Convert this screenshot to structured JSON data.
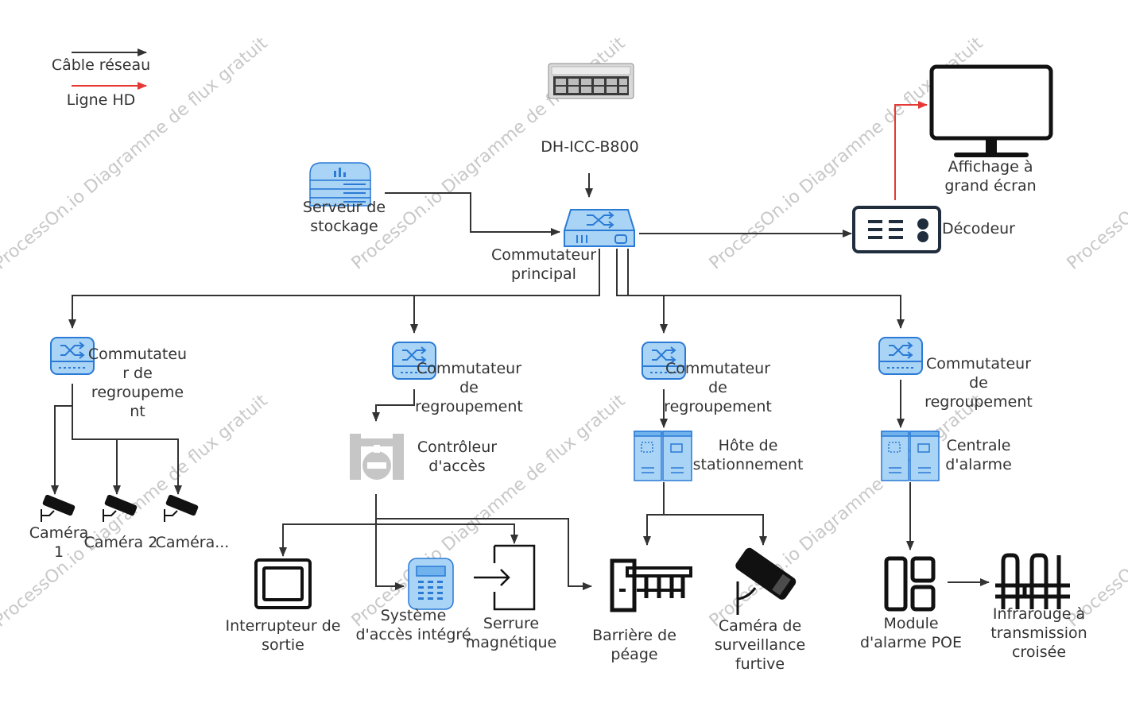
{
  "legend": {
    "network_cable": "Câble réseau",
    "hd_line": "Ligne HD"
  },
  "watermark": "ProcessOn.io Diagramme de flux gratuit",
  "colors": {
    "network_line": "#333333",
    "hd_line": "#e53935",
    "device_blue": "#a9d4f5",
    "device_stroke": "#2a7ad6",
    "icon_black": "#111111",
    "text": "#333333",
    "watermark": "#c8c8c8"
  },
  "nodes": {
    "cloud_server": {
      "label": "DH-ICC-B800",
      "icon": "rack-server-icon"
    },
    "storage_server": {
      "label": "Serveur de\nstockage",
      "icon": "storage-server-icon"
    },
    "main_switch": {
      "label": "Commutateur\nprincipal",
      "icon": "switch-icon"
    },
    "decoder": {
      "label": "Décodeur",
      "icon": "decoder-icon"
    },
    "big_screen": {
      "label": "Affichage à\ngrand écran",
      "icon": "monitor-icon"
    },
    "agg_switch_1": {
      "label": "Commutateu\nr de\nregroupeme\nnt",
      "icon": "switch-icon"
    },
    "agg_switch_2": {
      "label": "Commutateur\nde\nregroupement",
      "icon": "switch-icon"
    },
    "agg_switch_3": {
      "label": "Commutateur\nde\nregroupement",
      "icon": "switch-icon"
    },
    "agg_switch_4": {
      "label": "Commutateur\nde\nregroupement",
      "icon": "switch-icon"
    },
    "camera_1": {
      "label": "Caméra\n1",
      "icon": "camera-icon"
    },
    "camera_2": {
      "label": "Caméra 2",
      "icon": "camera-icon"
    },
    "camera_3": {
      "label": "Caméra...",
      "icon": "camera-icon"
    },
    "access_controller": {
      "label": "Contrôleur\nd'accès",
      "icon": "access-controller-icon"
    },
    "parking_host": {
      "label": "Hôte de\nstationnement",
      "icon": "server-cabinet-icon"
    },
    "alarm_central": {
      "label": "Centrale\nd'alarme",
      "icon": "server-cabinet-icon"
    },
    "exit_switch": {
      "label": "Interrupteur de\nsortie",
      "icon": "exit-switch-icon"
    },
    "access_system": {
      "label": "Système\nd'accès intégré",
      "icon": "keypad-icon"
    },
    "magnetic_lock": {
      "label": "Serrure\nmagnétique",
      "icon": "door-lock-icon"
    },
    "toll_barrier": {
      "label": "Barrière de\npéage",
      "icon": "barrier-gate-icon"
    },
    "hidden_camera": {
      "label": "Caméra de\nsurveillance\nfurtive",
      "icon": "surveillance-camera-icon"
    },
    "poe_alarm": {
      "label": "Module\nd'alarme POE",
      "icon": "alarm-module-icon"
    },
    "infrared": {
      "label": "Infrarouge à\ntransmission\ncroisée",
      "icon": "infrared-beam-icon"
    }
  }
}
